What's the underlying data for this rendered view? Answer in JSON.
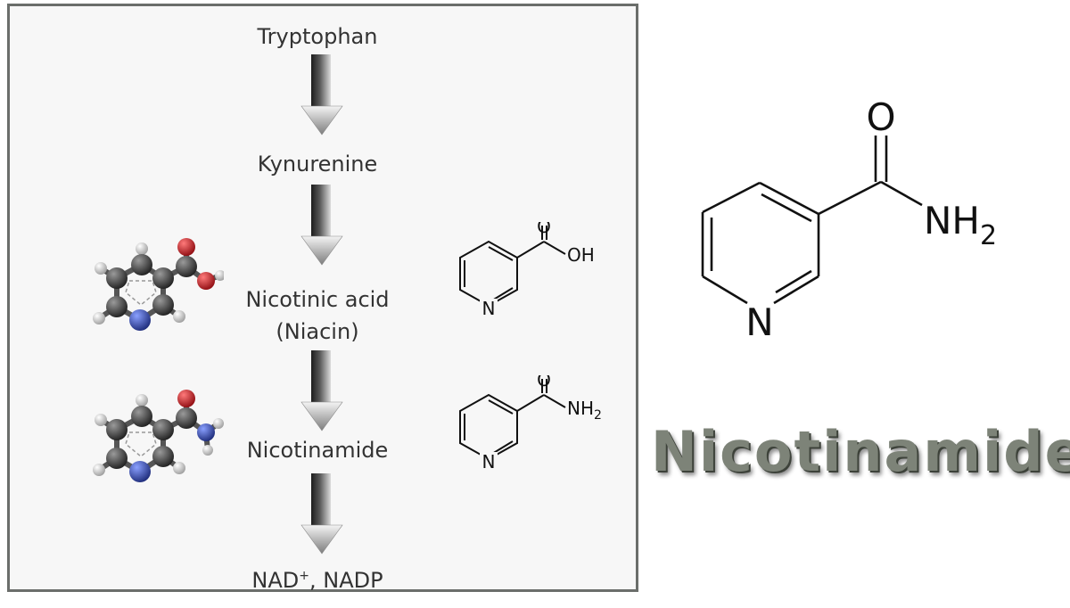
{
  "pathway": {
    "steps": [
      {
        "label": "Tryptophan"
      },
      {
        "label": "Kynurenine"
      },
      {
        "label": "Nicotinic acid",
        "sublabel": "(Niacin)"
      },
      {
        "label": "Nicotinamide"
      },
      {
        "label": "NAD",
        "sup": "+",
        "suffix": ", NADP"
      }
    ]
  },
  "structures": {
    "niacin": {
      "o": "O",
      "oh": "OH",
      "n": "N"
    },
    "nicotinamide_small": {
      "o": "O",
      "nh": "NH",
      "sub": "2",
      "n": "N"
    },
    "nicotinamide_large": {
      "o": "O",
      "nh": "NH",
      "sub": "2",
      "n": "N"
    }
  },
  "title": "Nicotinamide",
  "colors": {
    "carbon": "#2b2b2b",
    "hydrogen": "#e0e0e0",
    "oxygen": "#c0151c",
    "nitrogen": "#2c3f9c",
    "frame": "#6b6e6b"
  }
}
